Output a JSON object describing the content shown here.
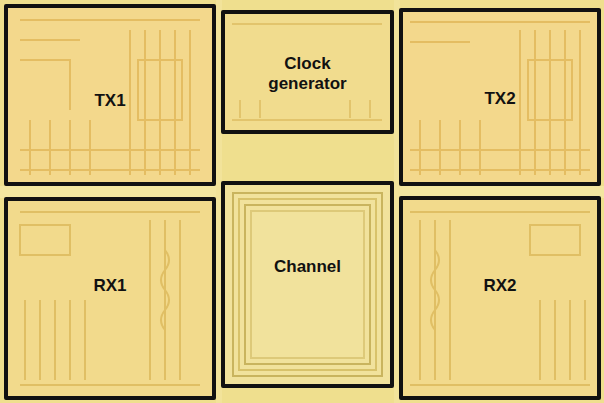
{
  "diagram": {
    "nodes": [
      {
        "text": [
          "TX1"
        ]
      },
      {
        "text": [
          "Clock generator"
        ]
      },
      {
        "text": [
          "TX2"
        ]
      },
      {
        "text": [
          "RX1"
        ]
      },
      {
        "text": [
          "Channel"
        ]
      },
      {
        "text": [
          "RX2"
        ]
      }
    ]
  }
}
